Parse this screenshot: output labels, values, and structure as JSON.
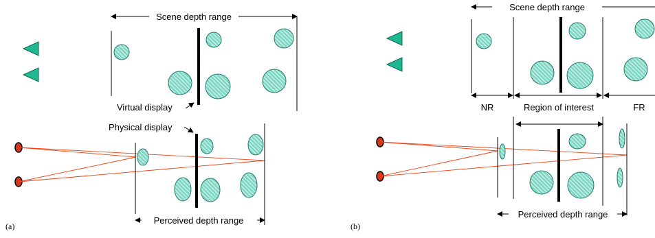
{
  "colors": {
    "disc_fill": "#7fd8c4",
    "disc_hatch": "#ffffff",
    "disc_stroke": "#1e7a6a",
    "triangle_fill": "#20b890",
    "triangle_stroke": "#0d6a50",
    "eye_fill": "#d8361a",
    "eye_stroke": "#000000",
    "ray_color": "#f04010",
    "line_color": "#000000"
  },
  "icons": {
    "viewer": "triangle-icon",
    "eye": "eye-icon",
    "object": "hatched-disc"
  },
  "panel_a": {
    "label": "(a)",
    "scene_depth_label": "Scene depth range",
    "virtual_display_label": "Virtual display",
    "physical_display_label": "Physical display",
    "perceived_depth_label": "Perceived depth range"
  },
  "panel_b": {
    "label": "(b)",
    "scene_depth_label": "Scene depth range",
    "nr_label": "NR",
    "roi_label": "Region of interest",
    "fr_label": "FR",
    "perceived_depth_label": "Perceived depth range"
  }
}
